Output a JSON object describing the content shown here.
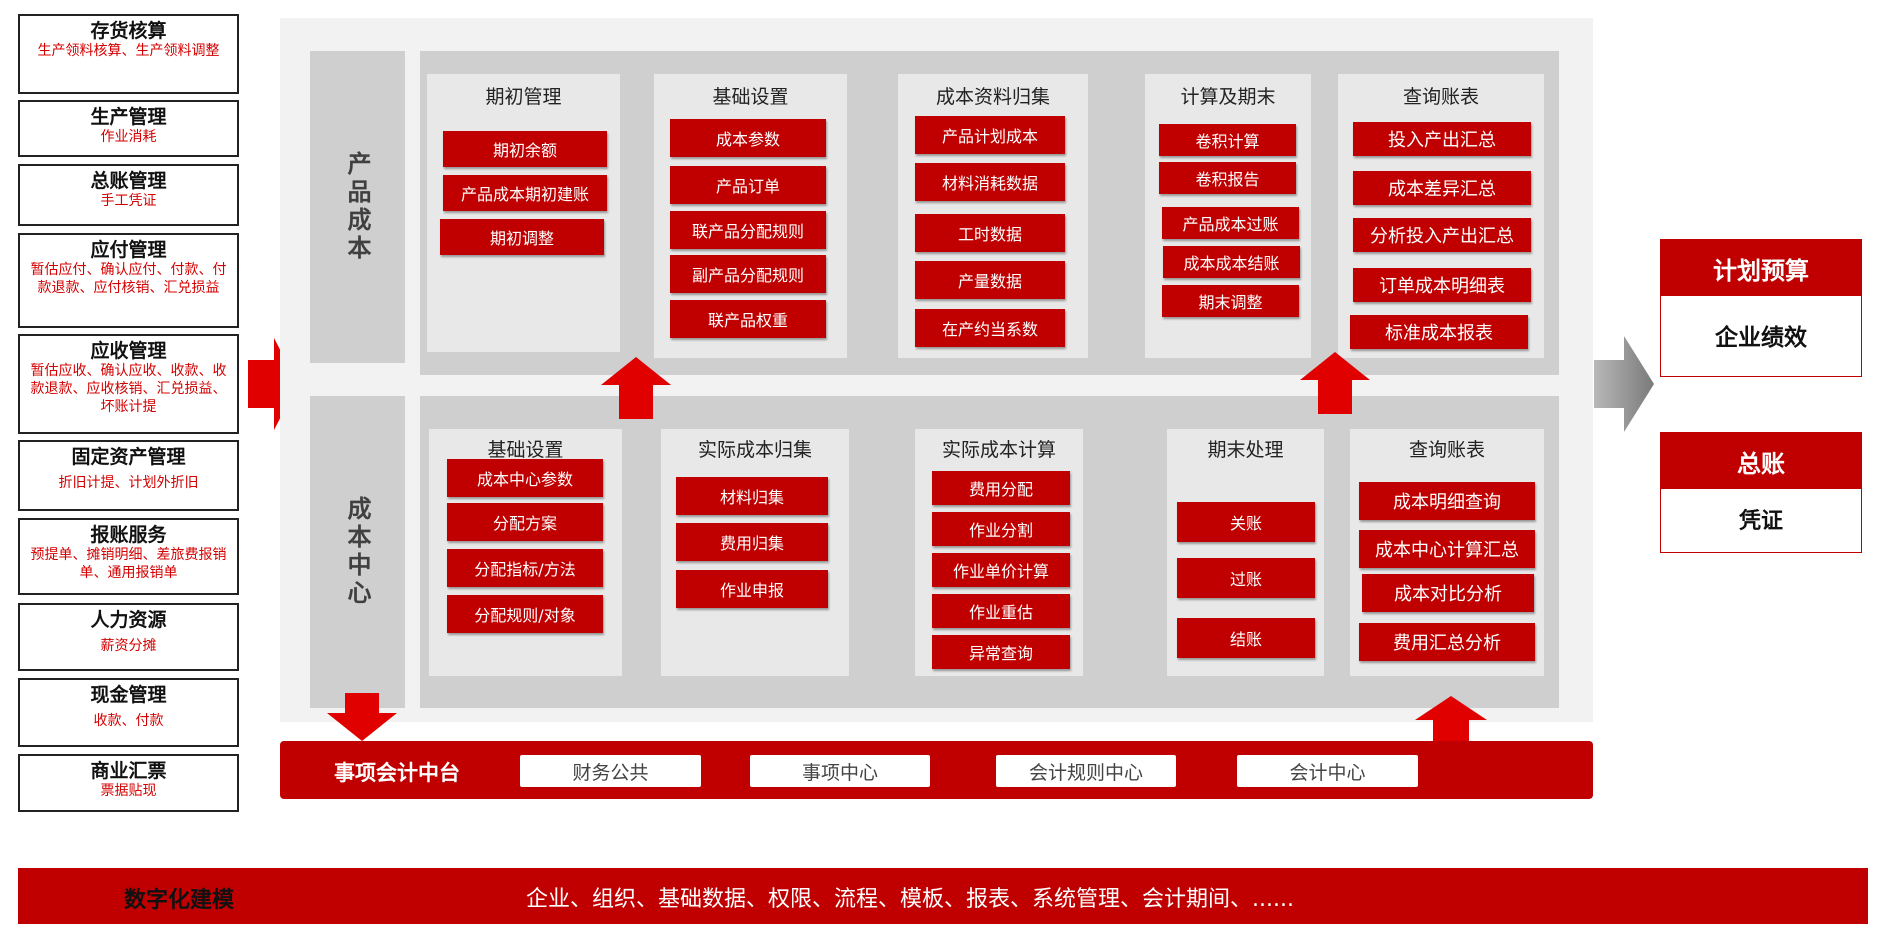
{
  "left_modules": [
    {
      "title": "存货核算",
      "desc": "生产领料核算、生产领料调整"
    },
    {
      "title": "生产管理",
      "desc": "作业消耗"
    },
    {
      "title": "总账管理",
      "desc": "手工凭证"
    },
    {
      "title": "应付管理",
      "desc": "暂估应付、确认应付、付款、付款退款、应付核销、汇兑损益"
    },
    {
      "title": "应收管理",
      "desc": "暂估应收、确认应收、收款、收款退款、应收核销、汇兑损益、坏账计提"
    },
    {
      "title": "固定资产管理",
      "desc": "折旧计提、计划外折旧"
    },
    {
      "title": "报账服务",
      "desc": "预提单、摊销明细、差旅费报销单、通用报销单"
    },
    {
      "title": "人力资源",
      "desc": "薪资分摊"
    },
    {
      "title": "现金管理",
      "desc": "收款、付款"
    },
    {
      "title": "商业汇票",
      "desc": "票据贴现"
    }
  ],
  "product_cost": {
    "label": "产品成本",
    "panels": [
      {
        "title": "期初管理",
        "items": [
          "期初余额",
          "产品成本期初建账",
          "期初调整"
        ]
      },
      {
        "title": "基础设置",
        "items": [
          "成本参数",
          "产品订单",
          "联产品分配规则",
          "副产品分配规则",
          "联产品权重"
        ]
      },
      {
        "title": "成本资料归集",
        "items": [
          "产品计划成本",
          "材料消耗数据",
          "工时数据",
          "产量数据",
          "在产约当系数"
        ]
      },
      {
        "title": "计算及期末",
        "items": [
          "卷积计算",
          "卷积报告",
          "产品成本过账",
          "成本成本结账",
          "期末调整"
        ]
      },
      {
        "title": "查询账表",
        "items": [
          "投入产出汇总",
          "成本差异汇总",
          "分析投入产出汇总",
          "订单成本明细表",
          "标准成本报表"
        ]
      }
    ]
  },
  "cost_center": {
    "label": "成本中心",
    "panels": [
      {
        "title": "基础设置",
        "items": [
          "成本中心参数",
          "分配方案",
          "分配指标/方法",
          "分配规则/对象"
        ]
      },
      {
        "title": "实际成本归集",
        "items": [
          "材料归集",
          "费用归集",
          "作业申报"
        ]
      },
      {
        "title": "实际成本计算",
        "items": [
          "费用分配",
          "作业分割",
          "作业单价计算",
          "作业重估",
          "异常查询"
        ]
      },
      {
        "title": "期末处理",
        "items": [
          "关账",
          "过账",
          "结账"
        ]
      },
      {
        "title": "查询账表",
        "items": [
          "成本明细查询",
          "成本中心计算汇总",
          "成本对比分析",
          "费用汇总分析"
        ]
      }
    ]
  },
  "platform": {
    "title": "事项会计中台",
    "items": [
      "财务公共",
      "事项中心",
      "会计规则中心",
      "会计中心"
    ]
  },
  "right_boxes": [
    {
      "header": "计划预算",
      "body": "企业绩效"
    },
    {
      "header": "总账",
      "body": "凭证"
    }
  ],
  "bottom_bar": {
    "title": "数字化建模",
    "text": "企业、组织、基础数据、权限、流程、模板、报表、系统管理、会计期间、......"
  },
  "colors": {
    "brand_red": "#c00000",
    "panel_gray": "#cfcfcf",
    "canvas_gray": "#f2f2f2"
  }
}
